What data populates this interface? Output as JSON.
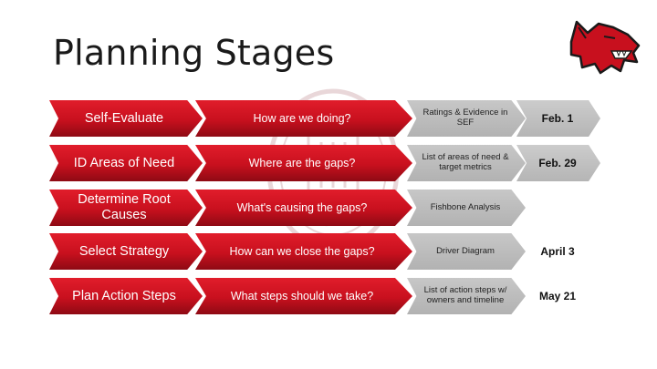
{
  "slide": {
    "title": "Planning Stages"
  },
  "stages": [
    {
      "stage": "Self-Evaluate",
      "question": "How are we doing?",
      "tool": "Ratings & Evidence in SEF",
      "date": "Feb. 1"
    },
    {
      "stage": "ID Areas of Need",
      "question": "Where are the gaps?",
      "tool": "List of areas of need & target metrics",
      "date": "Feb. 29"
    },
    {
      "stage": "Determine Root Causes",
      "question": "What's causing the gaps?",
      "tool": "Fishbone Analysis",
      "date": ""
    },
    {
      "stage": "Select Strategy",
      "question": "How can we close the gaps?",
      "tool": "Driver Diagram",
      "date": "April 3"
    },
    {
      "stage": "Plan Action Steps",
      "question": "What steps should we take?",
      "tool": "List of action steps w/ owners and timeline",
      "date": "May 21"
    }
  ],
  "watermark": {
    "year": "1874"
  },
  "icons": {
    "logo": "wildcat-logo-icon",
    "watermark": "school-seal-icon"
  },
  "colors": {
    "chevron_red": "#c8101e",
    "chevron_gray": "#b8b8b8"
  }
}
